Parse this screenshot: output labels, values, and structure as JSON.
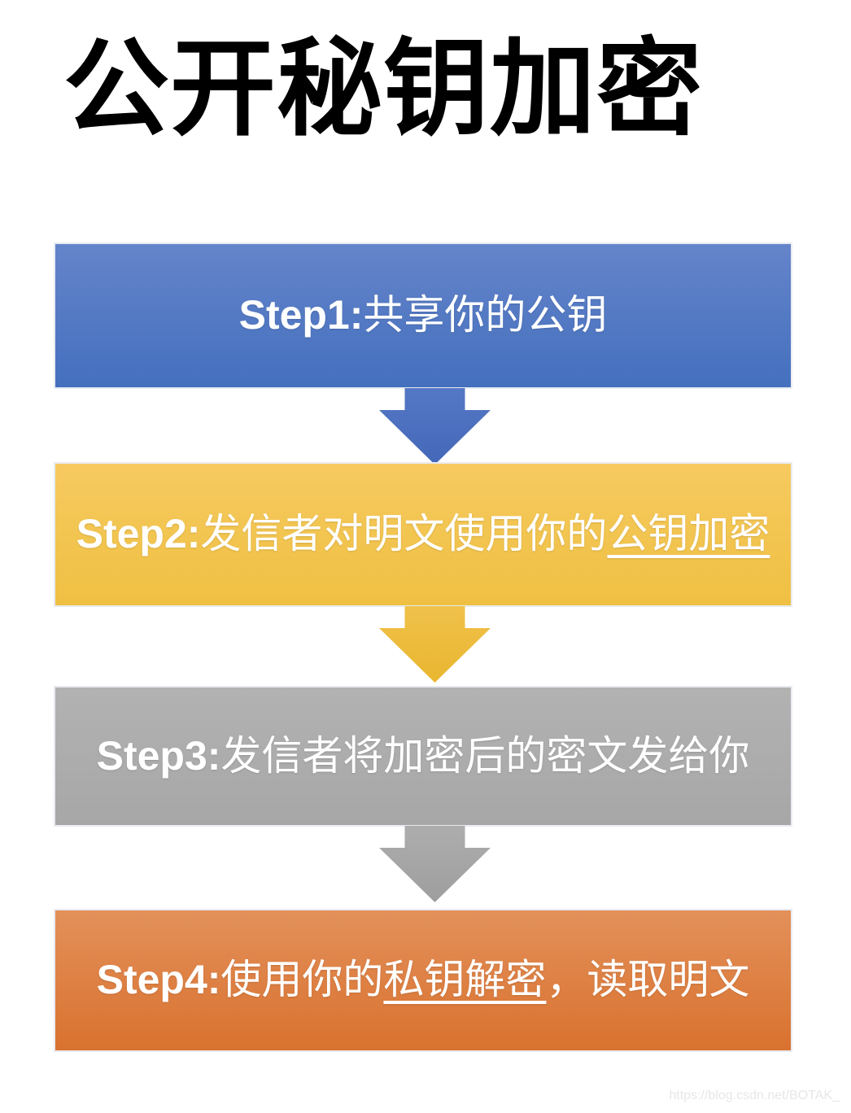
{
  "page": {
    "title": "公开秘钥加密",
    "watermark": "https://blog.csdn.net/BOTAK_",
    "background_color": "#ffffff",
    "title_color": "#000000"
  },
  "flow": {
    "type": "vertical-step-flowchart",
    "steps": [
      {
        "prefix": "Step1:",
        "text_before": "共享你的公钥",
        "underlined": "",
        "text_after": "",
        "text_color": "#ffffff",
        "fill_top": "#6584ca",
        "fill_bottom": "#4470be"
      },
      {
        "prefix": "Step2:",
        "text_before": "发信者对明文使用你的",
        "underlined": "公钥加密",
        "text_after": "",
        "text_color": "#ffffff",
        "fill_top": "#f6ca60",
        "fill_bottom": "#efc042"
      },
      {
        "prefix": "Step3:",
        "text_before": "发信者将加密后的密文发给你",
        "underlined": "",
        "text_after": "",
        "text_color": "#ffffff",
        "fill_top": "#b2b2b2",
        "fill_bottom": "#a7a7a7"
      },
      {
        "prefix": "Step4:",
        "text_before": "使用你的",
        "underlined": "私钥解密",
        "text_after": "，读取明文",
        "text_color": "#ffffff",
        "fill_top": "#e3905a",
        "fill_bottom": "#d9722f"
      }
    ],
    "arrows": [
      {
        "direction": "down",
        "color_top": "#5578c5",
        "color_bottom": "#4468b8"
      },
      {
        "direction": "down",
        "color_top": "#f0c14b",
        "color_bottom": "#e9b62f"
      },
      {
        "direction": "down",
        "color_top": "#adadad",
        "color_bottom": "#9e9e9e"
      }
    ]
  }
}
